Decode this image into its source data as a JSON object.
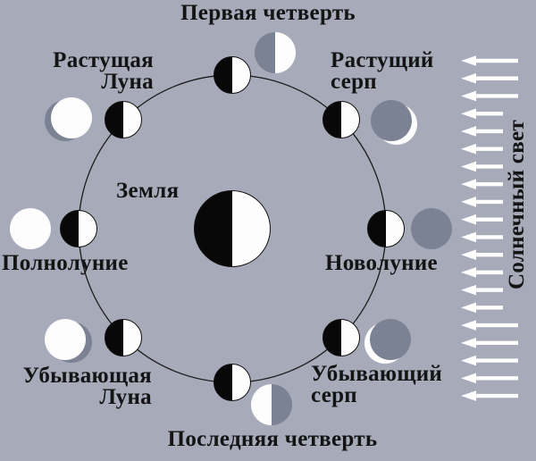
{
  "diagram": {
    "earth": {
      "label": "Земля"
    },
    "moons": [
      {
        "position": "top",
        "phase": "first-quarter",
        "lines": [
          "Первая четверть"
        ]
      },
      {
        "position": "top-right",
        "phase": "waxing-crescent",
        "lines": [
          "Растущий",
          "серп"
        ]
      },
      {
        "position": "right",
        "phase": "new",
        "lines": [
          "Новолуние"
        ]
      },
      {
        "position": "bottom-right",
        "phase": "waning-crescent",
        "lines": [
          "Убывающий",
          "серп"
        ]
      },
      {
        "position": "bottom",
        "phase": "last-quarter",
        "lines": [
          "Последняя четверть"
        ]
      },
      {
        "position": "bottom-left",
        "phase": "waning-gibbous",
        "lines": [
          "Убывающая",
          "Луна"
        ]
      },
      {
        "position": "left",
        "phase": "full",
        "lines": [
          "Полнолуние"
        ]
      },
      {
        "position": "top-left",
        "phase": "waxing-gibbous",
        "lines": [
          "Растущая",
          "Луна"
        ]
      }
    ],
    "sunlight": {
      "label": "Солнечный свет",
      "arrow_count": 20
    },
    "colors": {
      "background": "#a7aab9",
      "moon_dark_gray": "#7b8294",
      "lit_white": "#fdfdfd",
      "earth_dark": "#080808",
      "text": "#141414",
      "orbit_line": "#1a1a1a",
      "sun_ray": "#ffffff"
    }
  }
}
